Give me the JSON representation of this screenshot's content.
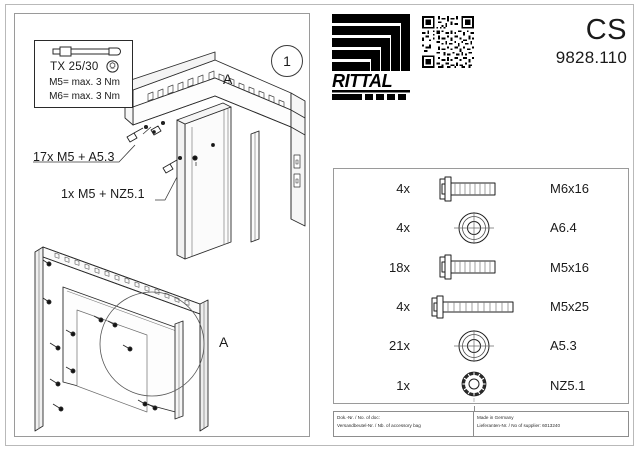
{
  "document": {
    "product_line": "CS",
    "part_number": "9828.110",
    "brand": "RITTAL",
    "step_number": "1"
  },
  "tool_box": {
    "bit_size": "TX 25/30",
    "torque_m5": "M5= max. 3 Nm",
    "torque_m6": "M6= max. 3 Nm",
    "tool_icon": "torque-wrench-icon",
    "bit_icon": "torx-bit-icon"
  },
  "callouts": {
    "upper": "17x M5 + A5.3",
    "lower": "1x M5 + NZ5.1",
    "detail_top": "A",
    "detail_bottom": "A"
  },
  "parts_table": {
    "rows": [
      {
        "qty": "4x",
        "name": "M6x16",
        "icon": "hex-flange-screw-icon"
      },
      {
        "qty": "4x",
        "name": "A6.4",
        "icon": "washer-icon"
      },
      {
        "qty": "18x",
        "name": "M5x16",
        "icon": "hex-flange-screw-icon"
      },
      {
        "qty": "4x",
        "name": "M5x25",
        "icon": "hex-flange-screw-long-icon"
      },
      {
        "qty": "21x",
        "name": "A5.3",
        "icon": "washer-icon"
      },
      {
        "qty": "1x",
        "name": "NZ5.1",
        "icon": "serrated-lock-washer-icon"
      }
    ]
  },
  "footer": {
    "doc_label": "Dok.-Nr. / No. of doc:",
    "bag_label": "Versandbeutel-Nr. / Nb. of accessory bag",
    "made_in": "Made in Germany",
    "supplier_label": "Lieferanten-Nr. / No of supplier:",
    "supplier_number": "6013240"
  }
}
